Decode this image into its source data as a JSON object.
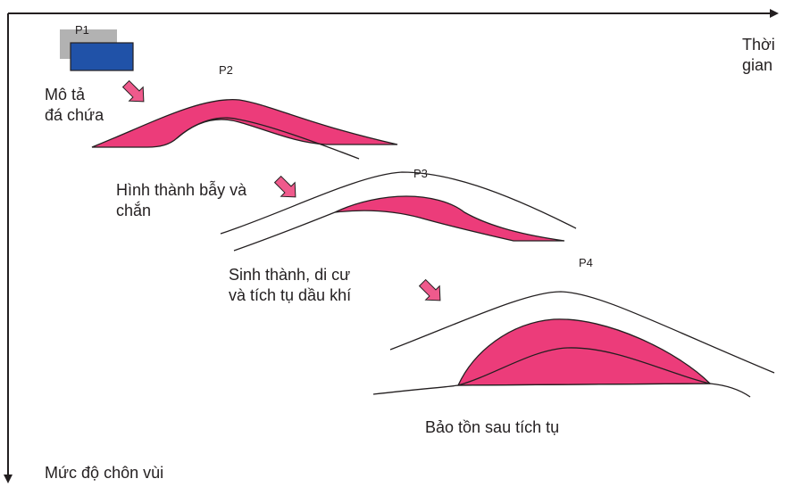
{
  "axes": {
    "x_label": "Thời\ngian",
    "y_label": "Mức độ chôn vùi"
  },
  "panels": [
    {
      "id": "P1",
      "caption": "Mô tả\nđá chứa"
    },
    {
      "id": "P2",
      "caption": "Hình thành bẫy và\nchắn"
    },
    {
      "id": "P3",
      "caption": "Sinh thành, di cư\nvà tích tụ dầu khí"
    },
    {
      "id": "P4",
      "caption": "Bảo tồn sau tích tụ"
    }
  ],
  "colors": {
    "reservoir_fill": "#ec3c7a",
    "block_blue": "#2052a8",
    "block_shadow": "#b2b2b2",
    "arrow_fill": "#ef5a8c",
    "line": "#231f20"
  }
}
